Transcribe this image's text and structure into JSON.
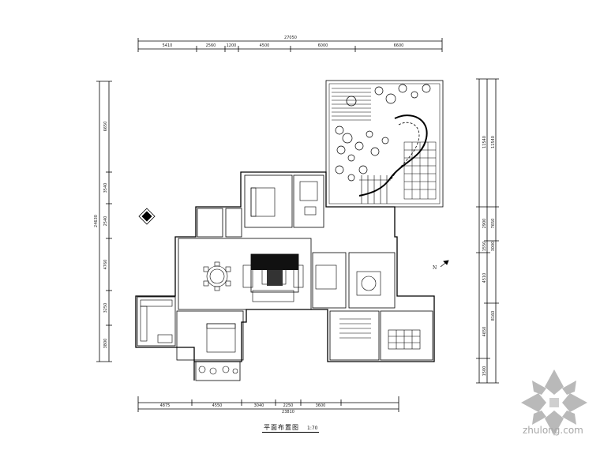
{
  "drawing": {
    "title": "平面布置图",
    "scale": "1:70",
    "north_label": "N"
  },
  "dimensions": {
    "top_total": "27050",
    "top_segments": [
      "5410",
      "2560",
      "1200",
      "4500",
      "6000",
      "6600"
    ],
    "bottom_total": "23810",
    "bottom_segments": [
      "4875",
      "4550",
      "3040",
      "2250",
      "3600"
    ],
    "left_total": "24630",
    "left_segments": [
      "6650",
      "3540",
      "2540",
      "4760",
      "3250",
      "3800"
    ],
    "right_outer": [
      "11540",
      "7650",
      "3000",
      "8160"
    ],
    "right_inner": [
      "11540",
      "2900",
      "1550",
      "4510",
      "4650",
      "1500"
    ]
  },
  "watermark": {
    "text": "zhulong.com"
  },
  "colors": {
    "line": "#000000",
    "watermark": "#a7a7a7"
  }
}
